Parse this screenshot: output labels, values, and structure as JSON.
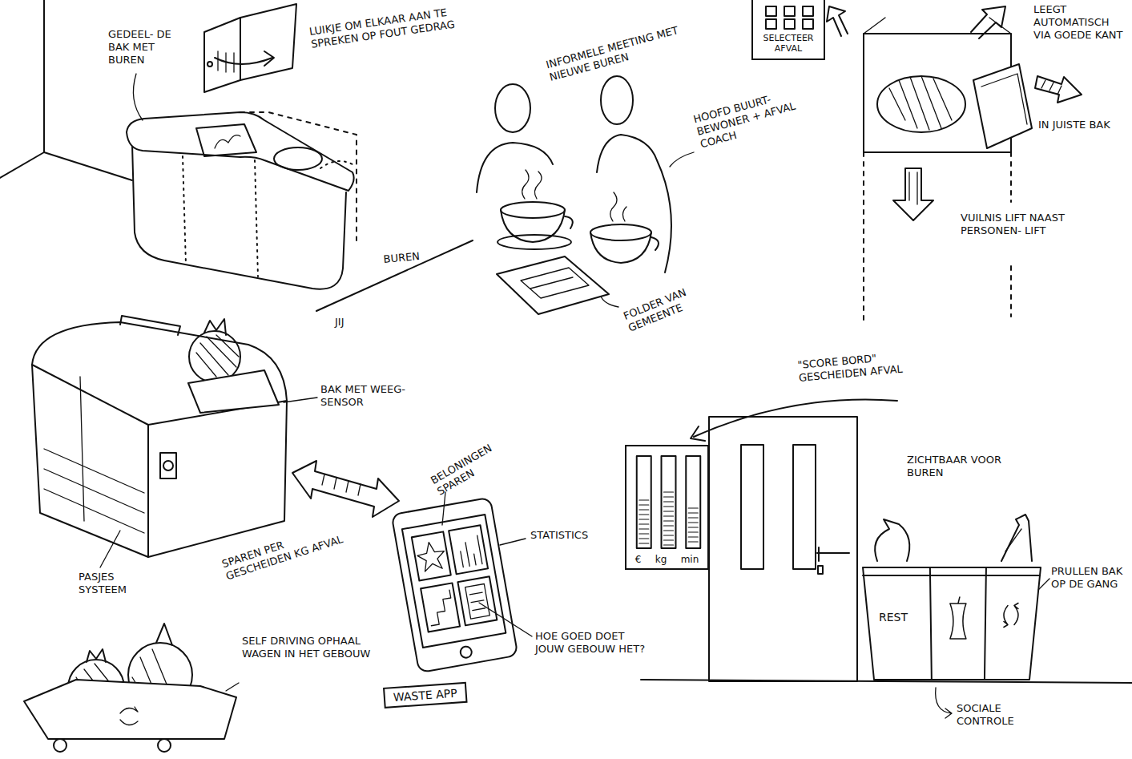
{
  "diagram": {
    "nodes": [
      {
        "text": [
          "SELECTEER AFVAL"
        ]
      },
      {
        "text": [
          "WASTE APP"
        ]
      },
      {
        "text": [
          "€",
          "kg",
          "min"
        ]
      },
      {
        "text": [
          "REST"
        ]
      }
    ],
    "labels": [
      "GEDEEL- DE BAK MET BUREN",
      "LUIKJE OM ELKAAR AAN TE SPREKEN OP FOUT GEDRAG",
      "BUREN",
      "JIJ",
      "INFORMELE MEETING MET NIEUWE BUREN",
      "HOOFD BUURT- BEWONER + AFVAL COACH",
      "FOLDER VAN GEMEENTE",
      "LEEGT AUTOMATISCH VIA GOEDE KANT",
      "IN JUISTE BAK",
      "VUILNIS LIFT NAAST PERSONEN- LIFT",
      "BAK MET WEEG- SENSOR",
      "PASJES SYSTEEM",
      "SPAREN PER GESCHEIDEN KG AFVAL",
      "BELONINGEN SPAREN",
      "STATISTICS",
      "HOE GOED DOET JOUW GEBOUW HET?",
      "SELF DRIVING OPHAAL WAGEN IN HET GEBOUW",
      "\"SCORE BORD\" GESCHEIDEN AFVAL",
      "ZICHTBAAR VOOR BUREN",
      "PRULLEN BAK OP DE GANG",
      "SOCIALE CONTROLE"
    ]
  }
}
